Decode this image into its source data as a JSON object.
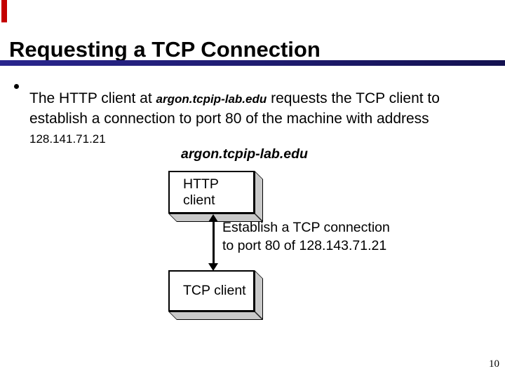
{
  "slide": {
    "title": "Requesting a TCP Connection",
    "page_number": "10",
    "accent_color": "#c40000",
    "divider_color_left": "#29258d",
    "divider_color_right": "#131150",
    "background_color": "#ffffff",
    "text_color": "#000000"
  },
  "bullet": {
    "marker": "•",
    "line1_pre": "The HTTP client at ",
    "hostname": "argon.tcpip-lab.edu",
    "line1_post": " requests the TCP client to",
    "line2": "establish a connection to port 80 of the machine with address",
    "line3_ip": "128.141.71.21"
  },
  "diagram": {
    "host_label": "argon.tcpip-lab.edu",
    "http_box_label": "HTTP client",
    "tcp_box_label": "TCP client",
    "arrow_caption_line1": "Establish a TCP connection",
    "arrow_caption_line2": "to port 80 of 128.143.71.21",
    "box_side_color": "#c9c9c9",
    "arrow_color": "#000000"
  }
}
